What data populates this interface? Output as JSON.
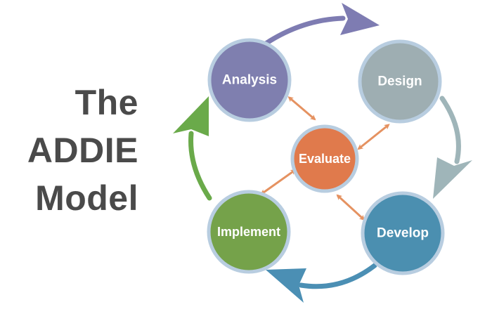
{
  "title": {
    "line1": "The",
    "line2": "ADDIE",
    "line3": "Model"
  },
  "nodes": {
    "analysis": {
      "label": "Analysis",
      "color": "#7f7faf"
    },
    "design": {
      "label": "Design",
      "color": "#9eaeb2"
    },
    "develop": {
      "label": "Develop",
      "color": "#4b8fb0"
    },
    "implement": {
      "label": "Implement",
      "color": "#75a24a"
    },
    "evaluate": {
      "label": "Evaluate",
      "color": "#e07a4c"
    }
  },
  "colors": {
    "node_border": "#b8cde0",
    "title_text": "#4a4a4a",
    "arrow_analysis_design": "#7e7cb2",
    "arrow_design_develop": "#9fb5b9",
    "arrow_develop_implement": "#4b8fb4",
    "arrow_implement_analysis": "#6aaa4a",
    "inner_arrows": "#e59261"
  }
}
